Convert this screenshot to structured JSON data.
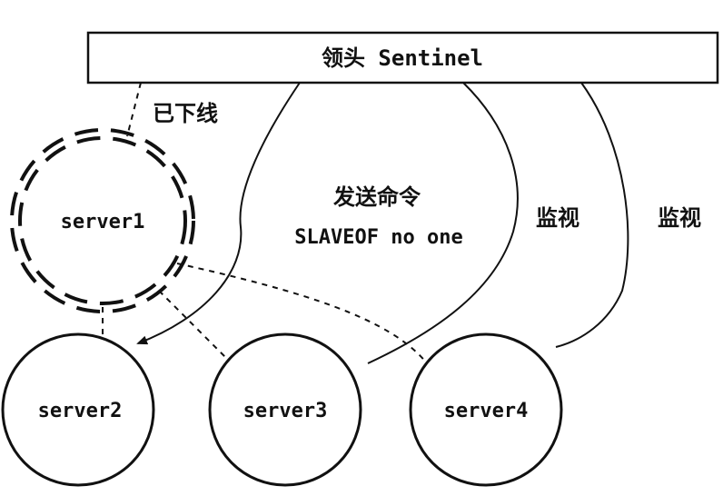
{
  "colors": {
    "ink": "#111111",
    "background": "#ffffff",
    "box_fill": "#ffffff"
  },
  "leader": {
    "label": "领头 Sentinel"
  },
  "offline_label": "已下线",
  "command": {
    "line1": "发送命令",
    "line2": "SLAVEOF no one"
  },
  "monitor_labels": [
    "监视",
    "监视"
  ],
  "servers": {
    "s1": "server1",
    "s2": "server2",
    "s3": "server3",
    "s4": "server4"
  }
}
